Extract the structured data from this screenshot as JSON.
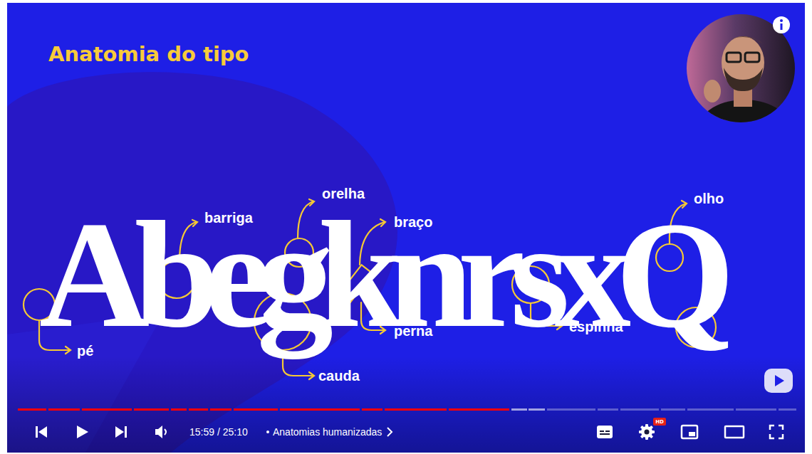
{
  "diagram": {
    "title": "Anatomia do tipo",
    "labels": [
      "orelha",
      "barriga",
      "braço",
      "olho",
      "AbegknrsxQ",
      "perna",
      "espinha",
      "pé",
      "cauda",
      "HD",
      "15:59 / 25:10",
      "Anatomias humanizadas"
    ]
  }
}
